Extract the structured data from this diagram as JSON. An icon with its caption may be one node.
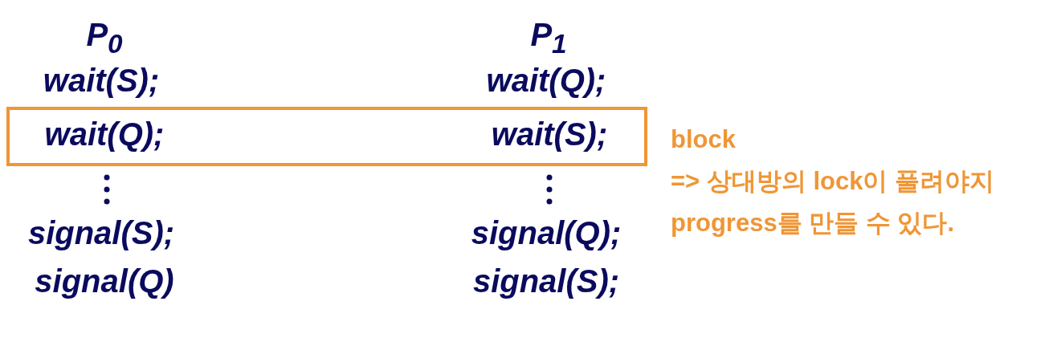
{
  "diagram": {
    "nodes": [
      {
        "text": [
          "wait(Q);",
          "wait(S);"
        ],
        "beside": [
          "block",
          "=> 상대방의 lock이 풀려야지 progress를 만들 수 있다."
        ]
      }
    ],
    "labels": [
      "P$_{0}$",
      "P$_{1}$",
      "wait(S);",
      "wait(Q);",
      "signal(S);",
      "signal(Q);",
      "signal(Q)",
      "signal(S);"
    ]
  }
}
